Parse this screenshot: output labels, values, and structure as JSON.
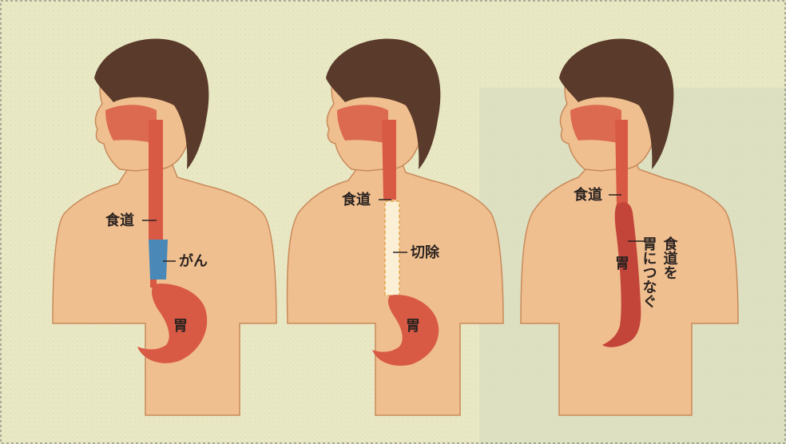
{
  "panels": [
    {
      "id": "before",
      "labels": {
        "esophagus": "食道",
        "cancer": "がん",
        "stomach": "胃"
      }
    },
    {
      "id": "removed",
      "labels": {
        "esophagus": "食道",
        "resection": "切除",
        "stomach": "胃"
      }
    },
    {
      "id": "reconstructed",
      "labels": {
        "esophagus": "食道",
        "stomach": "胃",
        "connect_line1": "食道を",
        "connect_line2": "胃につなぐ"
      }
    }
  ],
  "colors": {
    "background": "#e9e8c4",
    "skin": "#f0bf8f",
    "skin_outline": "#c98a5c",
    "hair": "#5a3a2a",
    "organ": "#d85a45",
    "organ_dark": "#c3453a",
    "tumor": "#4a88b8",
    "resection_dash": "#e2a64a"
  }
}
